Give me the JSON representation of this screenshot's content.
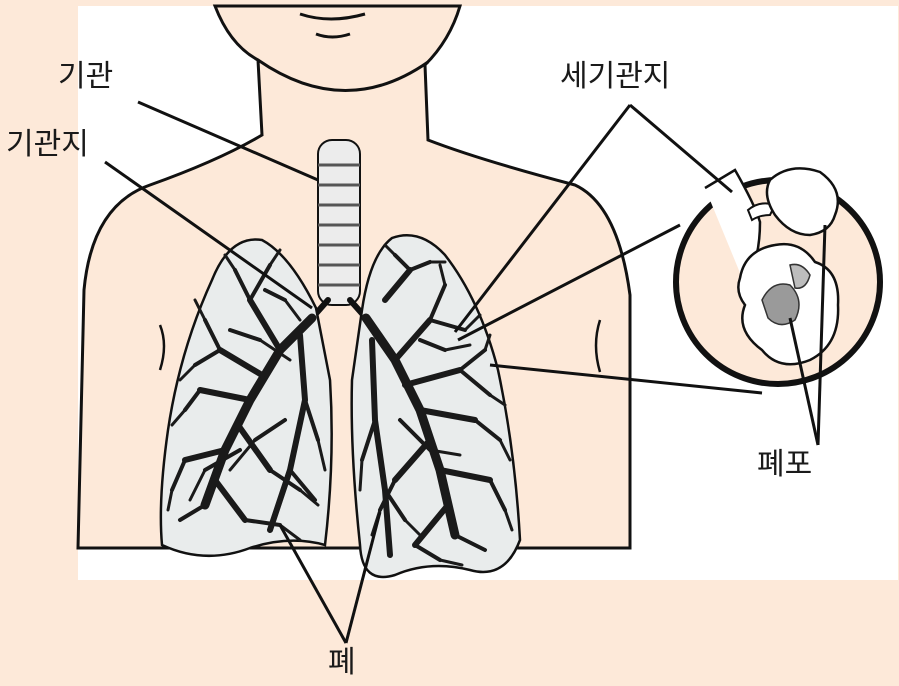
{
  "labels": {
    "trachea": "기관",
    "bronchus": "기관지",
    "bronchiole": "세기관지",
    "alveoli": "폐포",
    "lung": "폐"
  },
  "colors": {
    "page_background": "#fde9d9",
    "figure_background": "#ffffff",
    "skin": "#fde9d9",
    "lung_fill": "#e9ecec",
    "bronchial_tree": "#1a1a1a",
    "outline": "#111111"
  }
}
